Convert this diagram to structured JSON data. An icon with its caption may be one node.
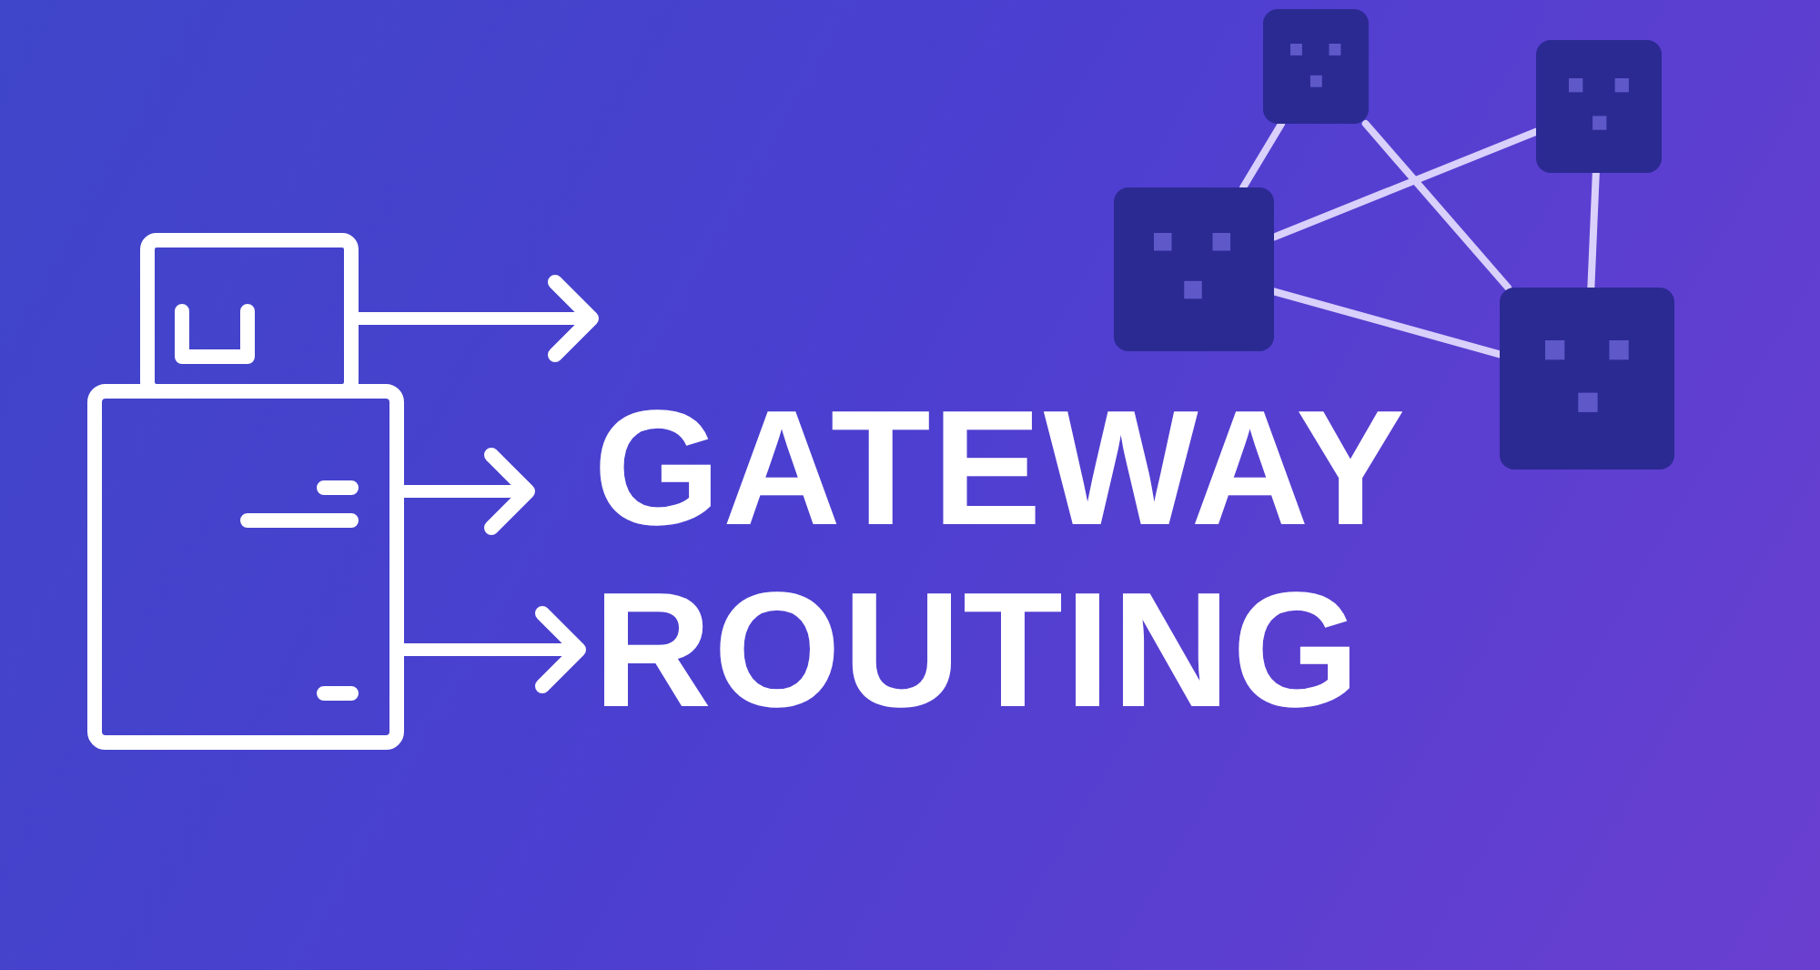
{
  "diagram": {
    "title": "GATEWAY ROUTING",
    "nodes": [
      {
        "text": [],
        "shape": "picture"
      },
      {
        "text": [],
        "shape": "box"
      },
      {
        "text": [],
        "shape": "box"
      },
      {
        "text": [],
        "shape": "box"
      },
      {
        "text": [],
        "shape": "box"
      }
    ],
    "edges": [
      {
        "from": 0,
        "to": null,
        "arrow": "to"
      },
      {
        "from": 0,
        "to": null,
        "arrow": "to"
      },
      {
        "from": 0,
        "to": null,
        "arrow": "to"
      },
      {
        "from": 1,
        "to": 2,
        "arrow": "none"
      },
      {
        "from": 1,
        "to": 4,
        "arrow": "none"
      },
      {
        "from": 1,
        "to": 3,
        "arrow": "none"
      },
      {
        "from": 2,
        "to": 3,
        "arrow": "none"
      },
      {
        "from": 4,
        "to": 3,
        "arrow": "none"
      }
    ]
  }
}
